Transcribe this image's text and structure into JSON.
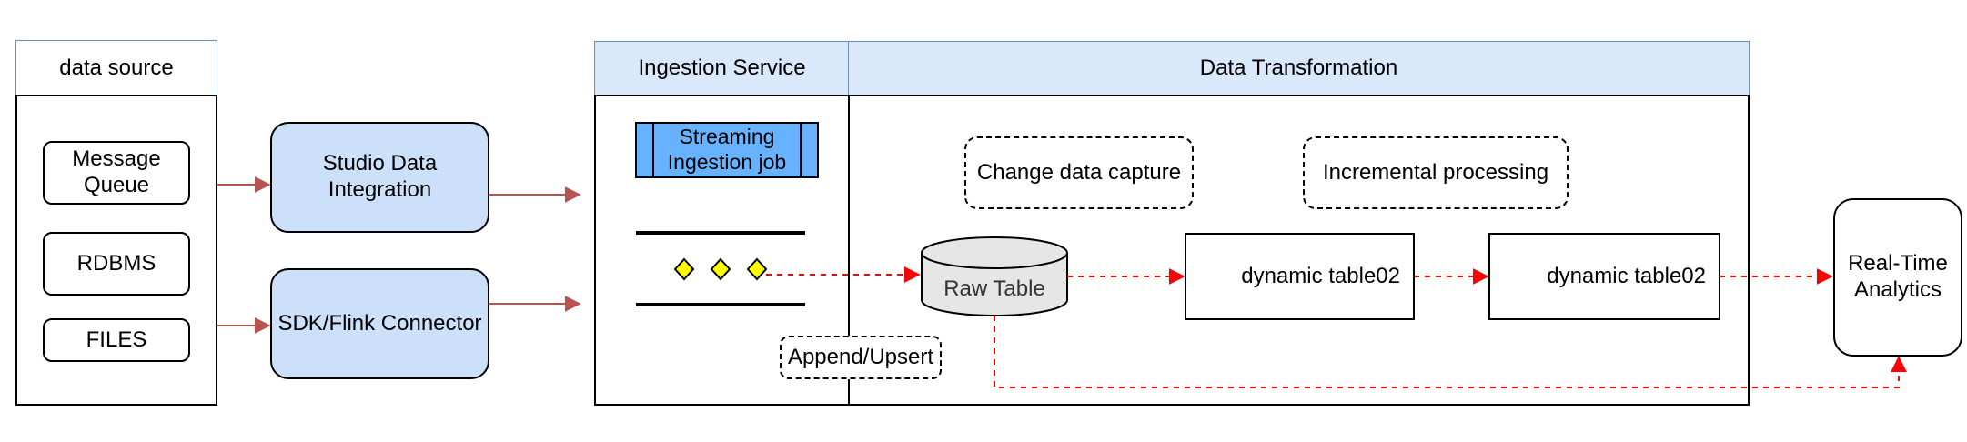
{
  "diagram": {
    "data_source": {
      "title": "data source",
      "items": [
        "Message Queue",
        "RDBMS",
        "FILES"
      ]
    },
    "connectors": {
      "studio": "Studio Data Integration",
      "sdk": "SDK/Flink Connector"
    },
    "ingestion": {
      "title": "Ingestion Service",
      "job": "Streaming Ingestion job",
      "append_label": "Append/Upsert"
    },
    "transformation": {
      "title": "Data Transformation",
      "cdc": "Change data capture",
      "incremental": "Incremental processing",
      "raw_table": "Raw Table",
      "dyn1": "dynamic table02",
      "dyn2": "dynamic table02"
    },
    "output": {
      "analytics": "Real-Time Analytics"
    },
    "colors": {
      "header_fill": "#dae8fc",
      "header_stroke": "#6c8ebf",
      "connector_fill": "#cce0fa",
      "job_fill": "#66b2ff",
      "solid_arrow": "#b85450",
      "dashed_arrow": "#ff0000",
      "diamond": "#ffff00",
      "cylinder_fill": "#e6e6e6"
    }
  }
}
